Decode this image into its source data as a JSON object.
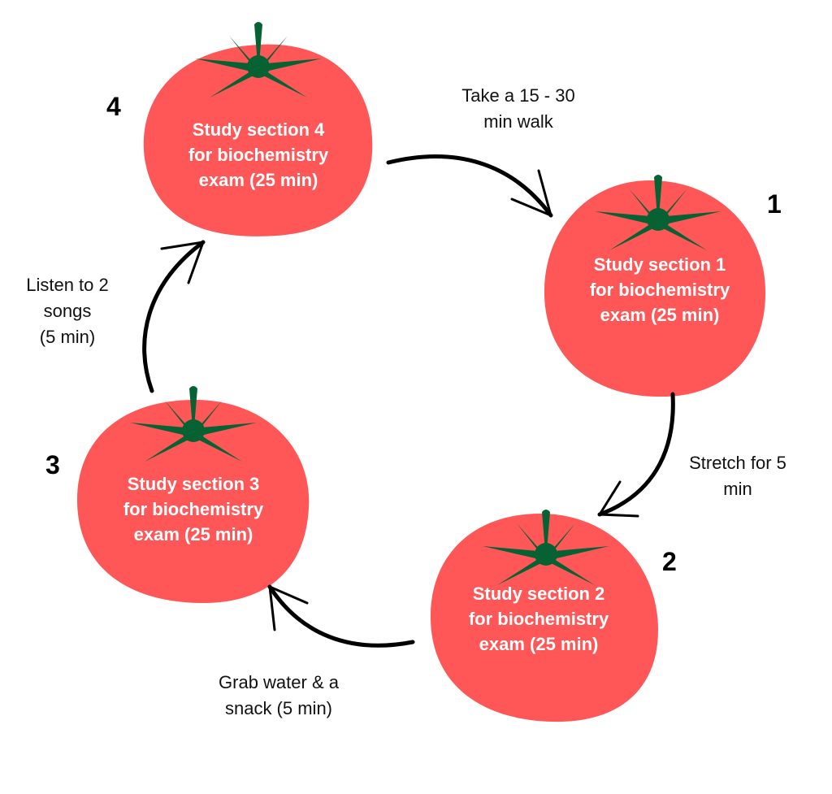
{
  "colors": {
    "tomato": "#FF5757",
    "leaf": "#066133",
    "arrow": "#000000",
    "text": "#111111"
  },
  "tomatoes": [
    {
      "number": "1",
      "lines": [
        "Study section 1",
        "for biochemistry",
        "exam (25 min)"
      ]
    },
    {
      "number": "2",
      "lines": [
        "Study section 2",
        "for biochemistry",
        "exam (25 min)"
      ]
    },
    {
      "number": "3",
      "lines": [
        "Study section 3",
        "for biochemistry",
        "exam (25 min)"
      ]
    },
    {
      "number": "4",
      "lines": [
        "Study section 4",
        "for biochemistry",
        "exam (25 min)"
      ]
    }
  ],
  "breaks": [
    {
      "from": "4",
      "to": "1",
      "lines": [
        "Take a 15 - 30",
        "min walk"
      ]
    },
    {
      "from": "1",
      "to": "2",
      "lines": [
        "Stretch for 5",
        "min"
      ]
    },
    {
      "from": "2",
      "to": "3",
      "lines": [
        "Grab water & a",
        "snack (5 min)"
      ]
    },
    {
      "from": "3",
      "to": "4",
      "lines": [
        "Listen to 2",
        "songs",
        "(5 min)"
      ]
    }
  ]
}
